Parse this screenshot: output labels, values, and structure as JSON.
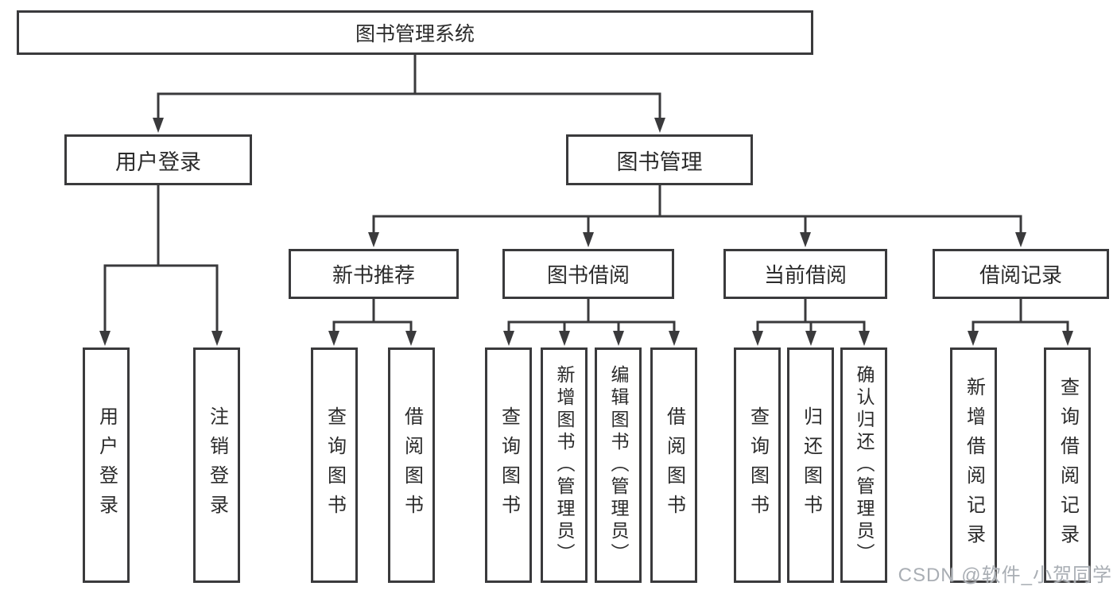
{
  "diagram": {
    "root": {
      "label": "图书管理系统"
    },
    "level2": [
      {
        "label": "用户登录",
        "parent": "图书管理系统"
      },
      {
        "label": "图书管理",
        "parent": "图书管理系统"
      }
    ],
    "level3": [
      {
        "label": "新书推荐",
        "parent": "图书管理"
      },
      {
        "label": "图书借阅",
        "parent": "图书管理"
      },
      {
        "label": "当前借阅",
        "parent": "图书管理"
      },
      {
        "label": "借阅记录",
        "parent": "图书管理"
      }
    ],
    "leaves": [
      {
        "label": "用户登录",
        "parent": "用户登录"
      },
      {
        "label": "注销登录",
        "parent": "用户登录"
      },
      {
        "label": "查询图书",
        "parent": "新书推荐"
      },
      {
        "label": "借阅图书",
        "parent": "新书推荐"
      },
      {
        "label": "查询图书",
        "parent": "图书借阅"
      },
      {
        "label": "新增图书（管理员）",
        "parent": "图书借阅"
      },
      {
        "label": "编辑图书（管理员）",
        "parent": "图书借阅"
      },
      {
        "label": "借阅图书",
        "parent": "图书借阅"
      },
      {
        "label": "查询图书",
        "parent": "当前借阅"
      },
      {
        "label": "归还图书",
        "parent": "当前借阅"
      },
      {
        "label": "确认归还（管理员）",
        "parent": "当前借阅"
      },
      {
        "label": "新增借阅记录",
        "parent": "借阅记录"
      },
      {
        "label": "查询借阅记录",
        "parent": "借阅记录"
      }
    ]
  },
  "watermark": "CSDN @软件_小贺同学",
  "colors": {
    "line": "#3a3a3c",
    "text": "#2b2b2b",
    "watermark": "#a9aeb4",
    "background": "#ffffff"
  }
}
